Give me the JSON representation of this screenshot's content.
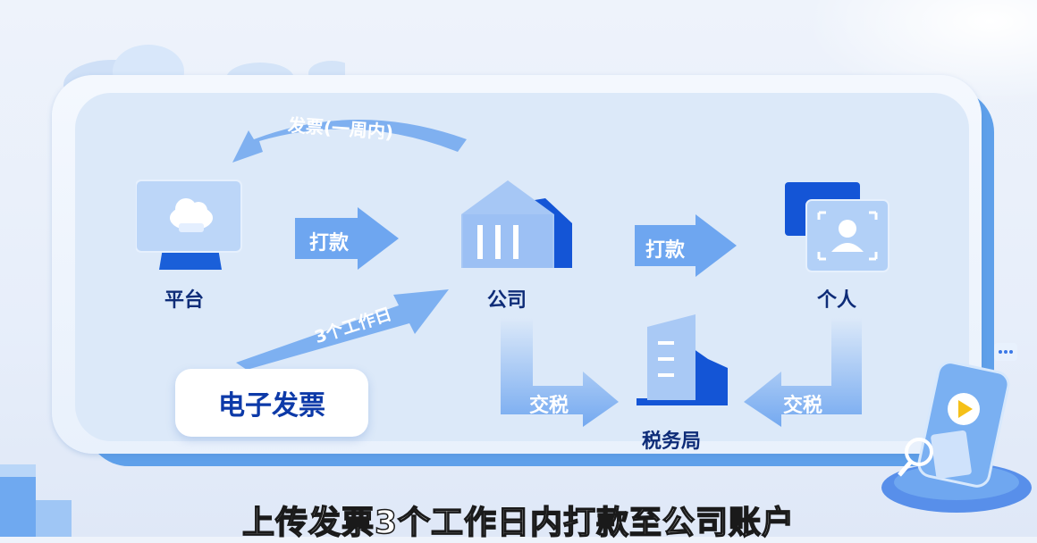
{
  "nodes": {
    "platform": "平台",
    "company": "公司",
    "individual": "个人",
    "tax_bureau": "税务局",
    "e_invoice": "电子发票"
  },
  "arrows": {
    "invoice_week": "发票(一周内)",
    "pay_platform_company": "打款",
    "three_workdays": "3个工作日",
    "pay_company_individual": "打款",
    "tax_company": "交税",
    "tax_individual": "交税"
  },
  "caption": "上传发票3个工作日内打款至公司账户",
  "colors": {
    "accent_blue": "#5f9ff0",
    "dark_blue": "#0f4fd6",
    "label_navy": "#0e2c78"
  }
}
